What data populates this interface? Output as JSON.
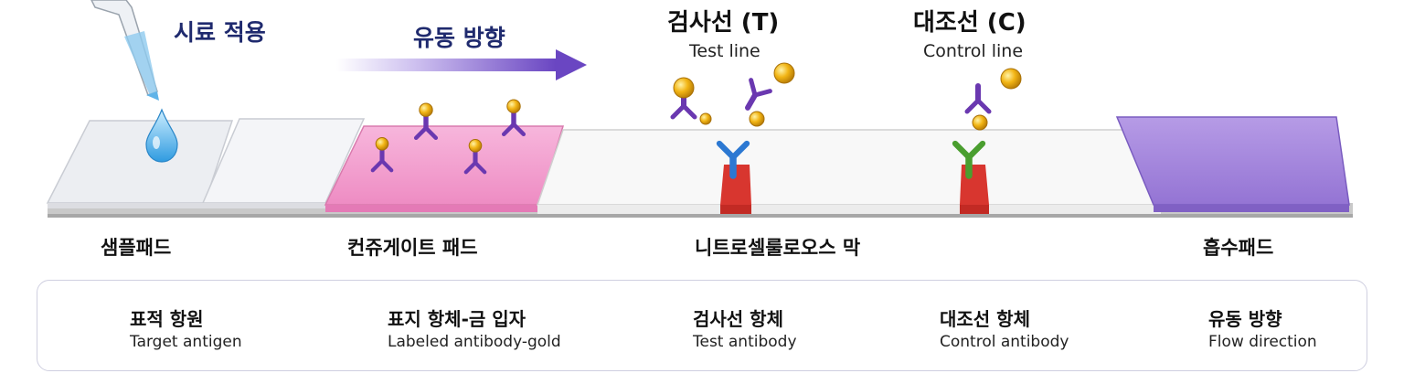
{
  "labels": {
    "sample_application": "시료 적용",
    "flow_direction": "유동 방향",
    "test_line_ko": "검사선 (T)",
    "test_line_en": "Test line",
    "control_line_ko": "대조선 (C)",
    "control_line_en": "Control line"
  },
  "components": {
    "sample_pad": "샘플패드",
    "conjugate_pad": "컨쥬게이트 패드",
    "membrane": "니트로셀룰로오스 막",
    "absorbent_pad": "흡수패드"
  },
  "legend": [
    {
      "ko": "표적 항원",
      "en": "Target antigen",
      "icon": "diamond-icon"
    },
    {
      "ko": "표지 항체-금 입자",
      "en": "Labeled antibody-gold",
      "icon": "gold-labeled-antibody-icon"
    },
    {
      "ko": "검사선 항체",
      "en": "Test antibody",
      "icon": "test-antibody-icon"
    },
    {
      "ko": "대조선 항체",
      "en": "Control antibody",
      "icon": "control-antibody-icon"
    },
    {
      "ko": "유동 방향",
      "en": "Flow direction",
      "icon": "flow-arrow-icon"
    }
  ],
  "colors": {
    "title_navy": "#1f2a6e",
    "sample_pad": "#f2f3f6",
    "conjugate_pad": "#f29ccc",
    "membrane": "#f7f7f7",
    "absorbent_pad": "#a98bdd",
    "test_line": "#d8362f",
    "control_line": "#d8362f",
    "labeled_antibody": "#6a38b0",
    "gold": "#f2b515",
    "test_antibody": "#2c78d2",
    "control_antibody": "#4a9e2f",
    "antigen": "#3a9a2e",
    "flow_arrow": "#7a58c8"
  }
}
